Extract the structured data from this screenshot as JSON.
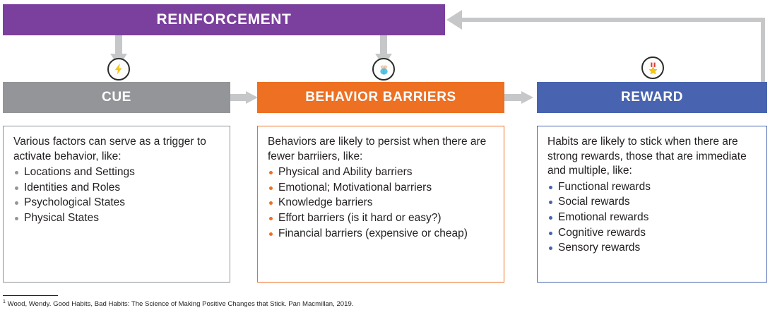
{
  "banner": {
    "title": "REINFORCEMENT",
    "color": "#7B3F9D"
  },
  "icons": {
    "cue": "lightning-bolt-icon",
    "behavior": "brain-icon",
    "reward": "medal-star-icon"
  },
  "columns": [
    {
      "key": "cue",
      "header": "CUE",
      "header_color": "#939598",
      "accent_color": "#939598",
      "intro": "Various factors can serve as a trigger to activate behavior, like:",
      "items": [
        "Locations and Settings",
        "Identities and Roles",
        "Psychological States",
        "Physical States"
      ]
    },
    {
      "key": "behavior",
      "header": "BEHAVIOR BARRIERS",
      "header_color": "#ED7023",
      "accent_color": "#ED7023",
      "intro": "Behaviors are likely to persist when there are fewer barriiers, like:",
      "items": [
        "Physical and Ability barriers",
        "Emotional; Motivational barriers",
        "Knowledge barriers",
        "Effort barriers (is it hard or easy?)",
        "Financial barriers (expensive or cheap)"
      ]
    },
    {
      "key": "reward",
      "header": "REWARD",
      "header_color": "#4864B0",
      "accent_color": "#4864B0",
      "intro": "Habits are likely to stick when there are strong rewards, those that are immediate and multiple, like:",
      "items": [
        "Functional rewards",
        "Social rewards",
        "Emotional rewards",
        "Cognitive rewards",
        "Sensory rewards"
      ]
    }
  ],
  "footnote": {
    "marker": "1",
    "text": "Wood, Wendy. Good Habits, Bad Habits: The Science of Making Positive Changes that Stick. Pan Macmillan, 2019."
  },
  "arrows": {
    "color": "#c6c7c9"
  }
}
